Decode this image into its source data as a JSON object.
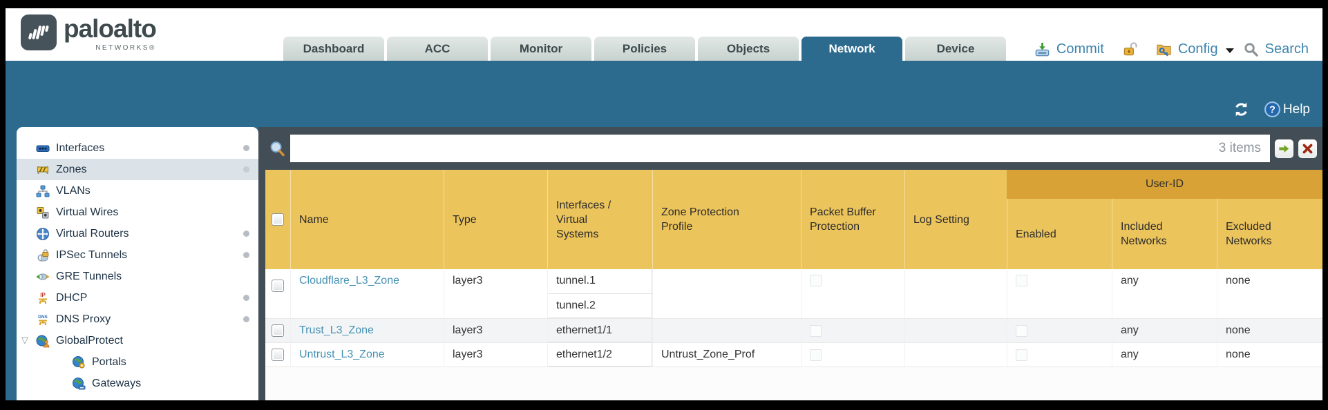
{
  "header": {
    "logo": {
      "brand": "paloalto",
      "sub": "NETWORKS®"
    },
    "tabs": [
      {
        "label": "Dashboard",
        "active": false
      },
      {
        "label": "ACC",
        "active": false
      },
      {
        "label": "Monitor",
        "active": false
      },
      {
        "label": "Policies",
        "active": false
      },
      {
        "label": "Objects",
        "active": false
      },
      {
        "label": "Network",
        "active": true
      },
      {
        "label": "Device",
        "active": false
      }
    ],
    "utils": {
      "commit": "Commit",
      "config": "Config",
      "search": "Search"
    }
  },
  "band": {
    "help": "Help"
  },
  "sidebar": {
    "items": [
      {
        "label": "Interfaces",
        "icon": "interfaces-icon",
        "dot": true,
        "selected": false
      },
      {
        "label": "Zones",
        "icon": "zones-icon",
        "dot": true,
        "selected": true
      },
      {
        "label": "VLANs",
        "icon": "vlans-icon",
        "dot": false,
        "selected": false
      },
      {
        "label": "Virtual Wires",
        "icon": "virtual-wires-icon",
        "dot": false,
        "selected": false
      },
      {
        "label": "Virtual Routers",
        "icon": "virtual-routers-icon",
        "dot": true,
        "selected": false
      },
      {
        "label": "IPSec Tunnels",
        "icon": "ipsec-tunnels-icon",
        "dot": true,
        "selected": false
      },
      {
        "label": "GRE Tunnels",
        "icon": "gre-tunnels-icon",
        "dot": false,
        "selected": false
      },
      {
        "label": "DHCP",
        "icon": "dhcp-icon",
        "dot": true,
        "selected": false
      },
      {
        "label": "DNS Proxy",
        "icon": "dns-proxy-icon",
        "dot": true,
        "selected": false
      },
      {
        "label": "GlobalProtect",
        "icon": "globalprotect-icon",
        "dot": false,
        "selected": false,
        "expanded": true
      },
      {
        "label": "Portals",
        "icon": "portals-icon",
        "dot": false,
        "selected": false,
        "child": true
      },
      {
        "label": "Gateways",
        "icon": "gateways-icon",
        "dot": false,
        "selected": false,
        "child": true
      }
    ]
  },
  "filterbar": {
    "items_count": "3 items"
  },
  "table": {
    "group_header": "User-ID",
    "columns": [
      "Name",
      "Type",
      "Interfaces /\nVirtual Systems",
      "Zone Protection Profile",
      "Packet Buffer Protection",
      "Log Setting",
      "Enabled",
      "Included Networks",
      "Excluded Networks"
    ],
    "rows": [
      {
        "name": "Cloudflare_L3_Zone",
        "type": "layer3",
        "interfaces": [
          "tunnel.1",
          "tunnel.2"
        ],
        "zone_protection_profile": "",
        "packet_buffer_protection": false,
        "log_setting": "",
        "user_id_enabled": false,
        "included_networks": "any",
        "excluded_networks": "none"
      },
      {
        "name": "Trust_L3_Zone",
        "type": "layer3",
        "interfaces": [
          "ethernet1/1"
        ],
        "zone_protection_profile": "",
        "packet_buffer_protection": false,
        "log_setting": "",
        "user_id_enabled": false,
        "included_networks": "any",
        "excluded_networks": "none"
      },
      {
        "name": "Untrust_L3_Zone",
        "type": "layer3",
        "interfaces": [
          "ethernet1/2"
        ],
        "zone_protection_profile": "Untrust_Zone_Prof",
        "packet_buffer_protection": false,
        "log_setting": "",
        "user_id_enabled": false,
        "included_networks": "any",
        "excluded_networks": "none"
      }
    ]
  },
  "colors": {
    "teal": "#2d6b8e",
    "slate": "#424d55",
    "header_orange": "#ecc45c",
    "group_orange": "#d9a236",
    "link_blue": "#3c83ac",
    "zone_link": "#4792b4"
  }
}
